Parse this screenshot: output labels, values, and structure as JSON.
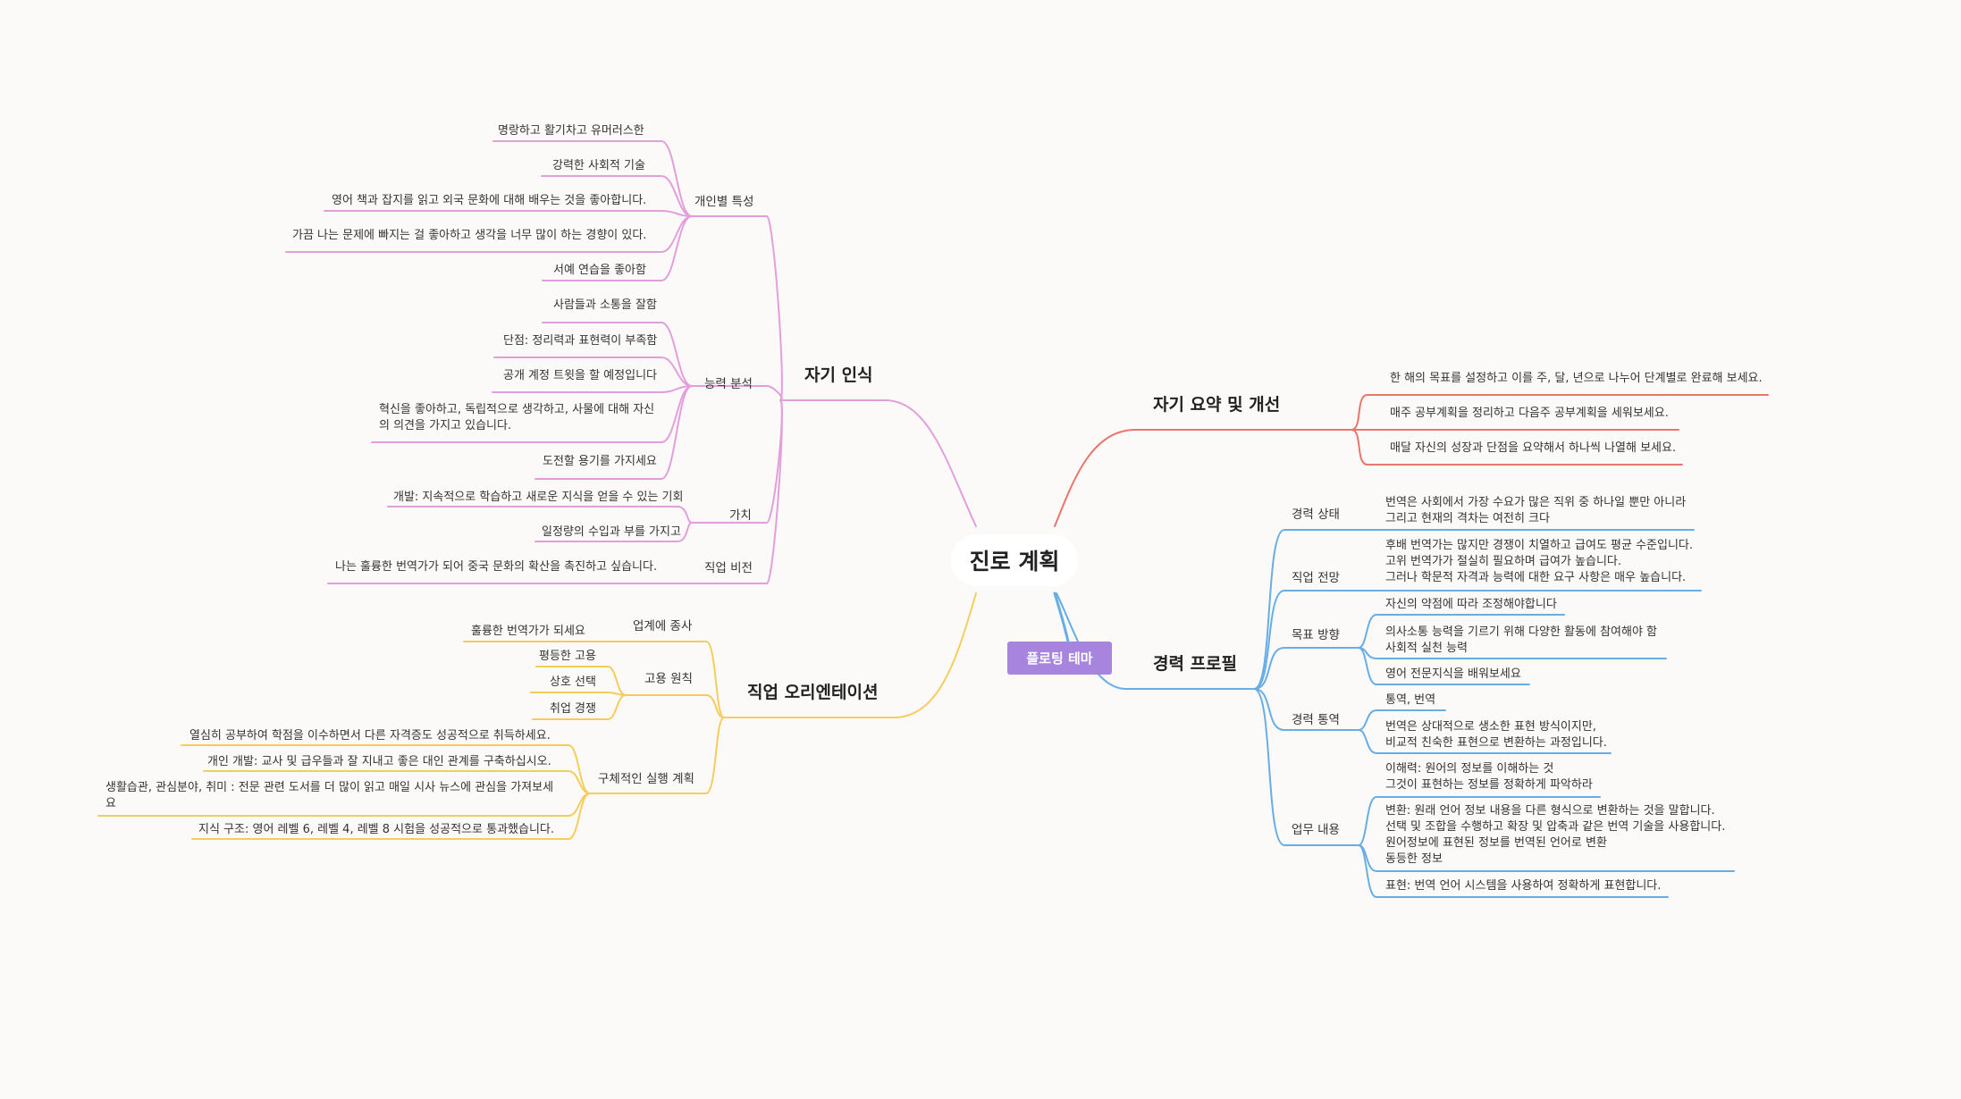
{
  "colors": {
    "pink": "#e29fdc",
    "yellow": "#f5cd5e",
    "red": "#e8766a",
    "blue": "#68aee4",
    "floating": "#a784dd"
  },
  "center": {
    "label": "진로 계획"
  },
  "floating_topic": {
    "label": "플로팅 테마"
  },
  "self_awareness": {
    "title": "자기 인식",
    "personal": {
      "label": "개인별 특성",
      "items": [
        "명랑하고 활기차고 유머러스한",
        "강력한 사회적 기술",
        "영어 책과 잡지를 읽고 외국 문화에 대해 배우는 것을 좋아합니다.",
        "가끔 나는 문제에 빠지는 걸 좋아하고 생각을 너무 많이 하는 경향이 있다.",
        "서예 연습을 좋아함"
      ]
    },
    "ability": {
      "label": "능력 분석",
      "items": [
        "사람들과 소통을 잘함",
        "단점: 정리력과 표현력이 부족함",
        "공개 계정 트윗을 할 예정입니다",
        "혁신을 좋아하고, 독립적으로 생각하고, 사물에 대해 자신의 의견을 가지고 있습니다.",
        "도전할 용기를 가지세요"
      ]
    },
    "value": {
      "label": "가치",
      "items": [
        "개발: 지속적으로 학습하고 새로운 지식을 얻을 수 있는 기회",
        "일정량의 수입과 부를 가지고"
      ]
    },
    "vision": {
      "label": "직업 비전",
      "items": [
        "나는 훌륭한 번역가가 되어 중국 문화의 확산을 촉진하고 싶습니다."
      ]
    }
  },
  "career_orientation": {
    "title": "직업 오리엔테이션",
    "industry": {
      "label": "업계에 종사",
      "items": [
        "훌륭한 번역가가 되세요"
      ]
    },
    "employment": {
      "label": "고용 원칙",
      "items": [
        "평등한 고용",
        "상호 선택",
        "취업 경쟁"
      ]
    },
    "plan": {
      "label": "구체적인 실행 계획",
      "items": [
        "열심히 공부하여 학점을 이수하면서 다른 자격증도 성공적으로 취득하세요.",
        "개인 개발: 교사 및 급우들과 잘 지내고 좋은 대인 관계를 구축하십시오.",
        "생활습관, 관심분야, 취미 : 전문 관련 도서를 더 많이 읽고 매일 시사 뉴스에 관심을 가져보세요",
        "지식 구조: 영어 레벨 6, 레벨 4, 레벨 8 시험을 성공적으로 통과했습니다."
      ]
    }
  },
  "self_summary": {
    "title": "자기 요약 및 개선",
    "items": [
      "한 해의 목표를 설정하고 이를 주, 달, 년으로 나누어 단계별로 완료해 보세요.",
      "매주 공부계획을 정리하고 다음주 공부계획을 세워보세요.",
      "매달 자신의 성장과 단점을 요약해서 하나씩 나열해 보세요."
    ]
  },
  "career_profile": {
    "title": "경력 프로필",
    "status": {
      "label": "경력 상태",
      "items": [
        "번역은 사회에서 가장 수요가 많은 직위 중 하나일 뿐만 아니라\n그리고 현재의 격차는 여전히 크다"
      ]
    },
    "outlook": {
      "label": "직업 전망",
      "items": [
        "후배 번역가는 많지만 경쟁이 치열하고 급여도 평균 수준입니다.\n고위 번역가가 절실히 필요하며 급여가 높습니다.\n그러나 학문적 자격과 능력에 대한 요구 사항은 매우 높습니다."
      ]
    },
    "goal": {
      "label": "목표 방향",
      "items": [
        "자신의 약점에 따라 조정해야합니다",
        "의사소통 능력을 기르기 위해 다양한 활동에 참여해야 함\n사회적 실천 능력",
        "영어 전문지식을 배워보세요"
      ]
    },
    "path": {
      "label": "경력 통역",
      "items": [
        "통역, 번역",
        "번역은 상대적으로 생소한 표현 방식이지만,\n비교적 친숙한 표현으로 변환하는 과정입니다."
      ]
    },
    "work": {
      "label": "업무 내용",
      "items": [
        "이해력: 원어의 정보를 이해하는 것\n그것이 표현하는 정보를 정확하게 파악하라",
        "변환: 원래 언어 정보 내용을 다른 형식으로 변환하는 것을 말합니다.\n선택 및 조합을 수행하고 확장 및 압축과 같은 번역 기술을 사용합니다.\n원어정보에 표현된 정보를 번역된 언어로 변환\n동등한 정보",
        "표현: 번역 언어 시스템을 사용하여 정확하게 표현합니다."
      ]
    }
  }
}
